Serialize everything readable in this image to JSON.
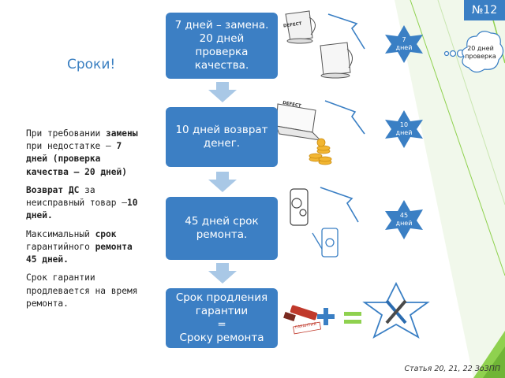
{
  "slide": {
    "number": "№12",
    "title": "Сроки!",
    "source": "Статья 20, 21, 22 ЗоЗПП"
  },
  "left_text": {
    "p1": "При требовании замены при недостатке – 7 дней (проверка качества – 20 дней)",
    "p2": "Возврат ДС за неисправный товар –10 дней.",
    "p3": "Максимальный срок гарантийного ремонта 45 дней.",
    "p4": "Срок гарантии продлевается на время ремонта."
  },
  "boxes": [
    {
      "lines": [
        "7 дней – замена.",
        "20 дней",
        "проверка",
        "качества."
      ]
    },
    {
      "lines": [
        "10 дней возврат",
        "денег."
      ]
    },
    {
      "lines": [
        "45 дней срок",
        "ремонта."
      ]
    },
    {
      "lines": [
        "Срок продления",
        "гарантии",
        "=",
        "Сроку ремонта"
      ]
    }
  ],
  "badges": [
    {
      "days": "7",
      "unit": "дней"
    },
    {
      "days": "10",
      "unit": "дней"
    },
    {
      "days": "45",
      "unit": "дней"
    }
  ],
  "cloud": {
    "days": "20 дней",
    "label": "проверка"
  },
  "illustrations": {
    "defect_label": "DEFECT",
    "stamp_label": "ГАРАНТИЯ"
  },
  "colors": {
    "accent": "#3c7fc4",
    "arrow": "#a9c8e6",
    "star": "#3a7fc4",
    "deco": "#8fd14f"
  },
  "icons": [
    "kettle-icon",
    "laptop-icon",
    "coins-icon",
    "phone-icon",
    "phone-repair-icon",
    "stamp-icon",
    "plus-icon",
    "equals-icon",
    "tools-star-icon",
    "lightning-icon",
    "star-badge-icon",
    "thought-cloud-icon"
  ]
}
